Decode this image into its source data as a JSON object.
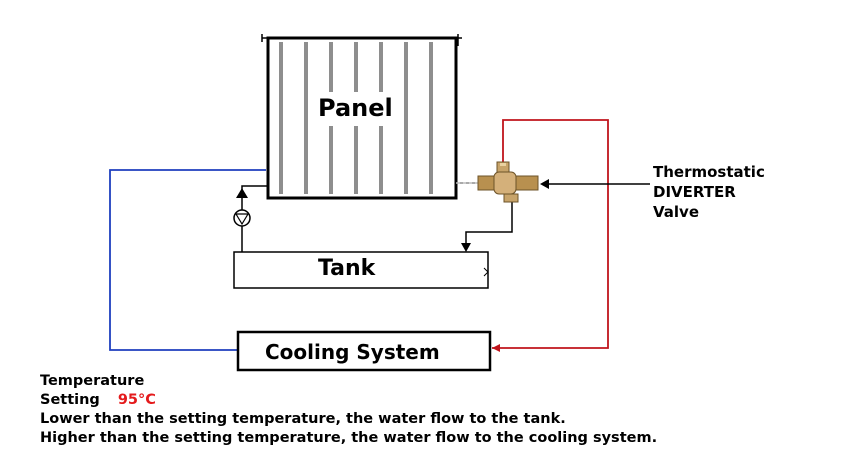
{
  "labels": {
    "panel": "Panel",
    "tank": "Tank",
    "cooling": "Cooling System",
    "valve_line1": "Thermostatic",
    "valve_line2": "DIVERTER",
    "valve_line3": "Valve"
  },
  "notes": {
    "temp_line1": "Temperature",
    "temp_line2_label": "Setting",
    "temp_value": "95°C",
    "lower_text": "Lower than the setting temperature, the water flow to the tank.",
    "higher_text": "Higher than the setting temperature, the water flow to the cooling system."
  },
  "colors": {
    "hot_pipe": "#c0141c",
    "cold_pipe": "#1f3fbf",
    "pipe": "#222222",
    "temp_value": "#e41a1c"
  },
  "icons": {
    "valve": "brass-diverter-valve-icon",
    "pump": "circulation-pump-icon"
  }
}
